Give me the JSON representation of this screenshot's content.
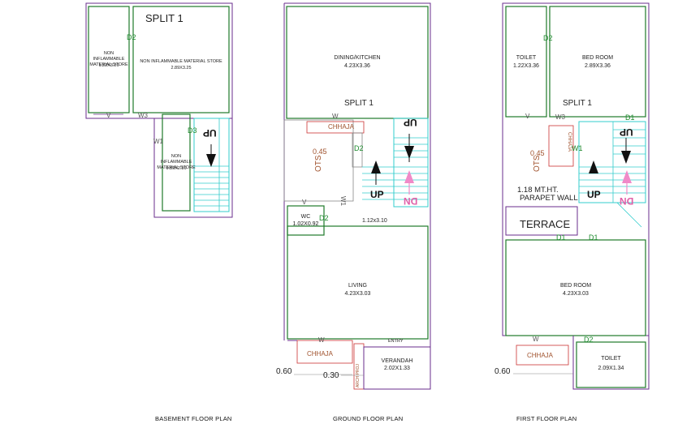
{
  "plans": {
    "basement": {
      "title": "BASEMENT FLOOR PLAN",
      "split": "SPLIT 1",
      "store_left": {
        "name": "NON INFLAMMABLE MATERIAL STORE",
        "dim": "1.22X3.26"
      },
      "store_right": {
        "name": "NON INFLAMMABLE MATERIAL STORE",
        "dim": "2.89X3.25"
      },
      "store_lower": {
        "name": "NON INFLAMMABLE MATERIAL STORE",
        "dim": "0.89X2.36"
      },
      "d2": "D2",
      "d3": "D3",
      "v": "V",
      "w3": "W3",
      "w1": "W1",
      "up": "UP"
    },
    "ground": {
      "title": "GROUND FLOOR PLAN",
      "split": "SPLIT 1",
      "dining": {
        "name": "DINING/KITCHEN",
        "dim": "4.23X3.36"
      },
      "wc": {
        "name": "WC",
        "dim": "1.02X0.92"
      },
      "living": {
        "name": "LIVING",
        "dim": "4.23X3.03"
      },
      "passage_dim": "1.12x3.10",
      "verandah": {
        "name": "VERANDAH",
        "dim": "2.02X1.33"
      },
      "chhaja_top": "CHHAJA",
      "chhaja_bottom": "CHHAJA",
      "entry": "ENTRY",
      "ots": "OTS",
      "ots_dim": "0.45",
      "w_top": "W",
      "d2": "D2",
      "d2_wc": "D2",
      "v": "V",
      "w1": "W1",
      "w_living": "W",
      "up_top": "UP",
      "up_label": "UP",
      "dn": "DN",
      "dim_060": "0.60",
      "dim_030": "0.30",
      "side_text": "ARCH PROJ"
    },
    "first": {
      "title": "FIRST FLOOR PLAN",
      "split": "SPLIT 1",
      "toilet_top": {
        "name": "TOILET",
        "dim": "1.22X3.36"
      },
      "bedroom_top": {
        "name": "BED ROOM",
        "dim": "2.89X3.36"
      },
      "bedroom_bottom": {
        "name": "BED ROOM",
        "dim": "4.23X3.03"
      },
      "toilet_bottom": {
        "name": "TOILET",
        "dim": "2.09X1.34"
      },
      "parapet": "1.18 MT.HT.",
      "parapet2": "PARAPET WALL",
      "terrace": "TERRACE",
      "chhaja_side": "CHHAJA",
      "chhaja_bottom": "CHHAJA",
      "ots": "OTS",
      "ots_dim": "0.45",
      "d2": "D2",
      "d1_right": "D1",
      "d1_a": "D1",
      "d1_b": "D1",
      "d2_bottom": "D2",
      "v": "V",
      "w3": "W3",
      "w1": "W1",
      "w_bottom": "W",
      "up_top": "UP",
      "up_label": "UP",
      "dn": "DN",
      "dim_060": "0.60"
    }
  },
  "colors": {
    "wall": "#6a2c8e",
    "room": "#1f7a2a",
    "stair": "#33cccc",
    "chhaja": "#cc3333",
    "arrow_pink": "#f08ac8"
  }
}
